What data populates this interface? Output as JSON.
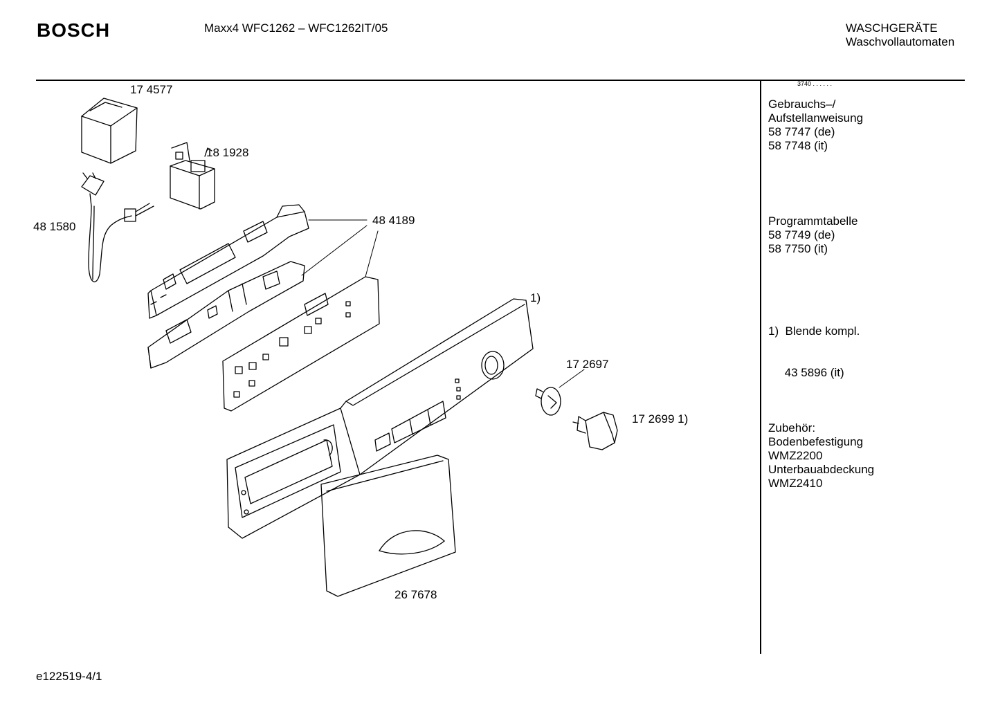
{
  "header": {
    "brand": "BOSCH",
    "model": "Maxx4 WFC1262 – WFC1262IT/05",
    "category_line1": "WASCHGERÄTE",
    "category_line2": "Waschvollautomaten"
  },
  "top_cut_text": "3740 . .  .  .  .  .",
  "parts": {
    "p174577": "17 4577",
    "p181928": "18 1928",
    "p481580": "48 1580",
    "p484189": "48 4189",
    "ref1": "1)",
    "p172697": "17 2697",
    "p172699": "17 2699 1)",
    "p267678": "26 7678"
  },
  "sidebar": {
    "manual": [
      "Gebrauchs–/",
      "Aufstellanweisung",
      "58 7747 (de)",
      "58 7748 (it)"
    ],
    "programs": [
      "Programmtabelle",
      "58 7749 (de)",
      "58 7750 (it)"
    ],
    "note": [
      "1)  Blende kompl.",
      "     43 5896 (it)"
    ],
    "accessories": [
      "Zubehör:",
      "Bodenbefestigung",
      "WMZ2200",
      "Unterbauabdeckung",
      "WMZ2410"
    ]
  },
  "footer": {
    "code": "e122519-4/1"
  }
}
